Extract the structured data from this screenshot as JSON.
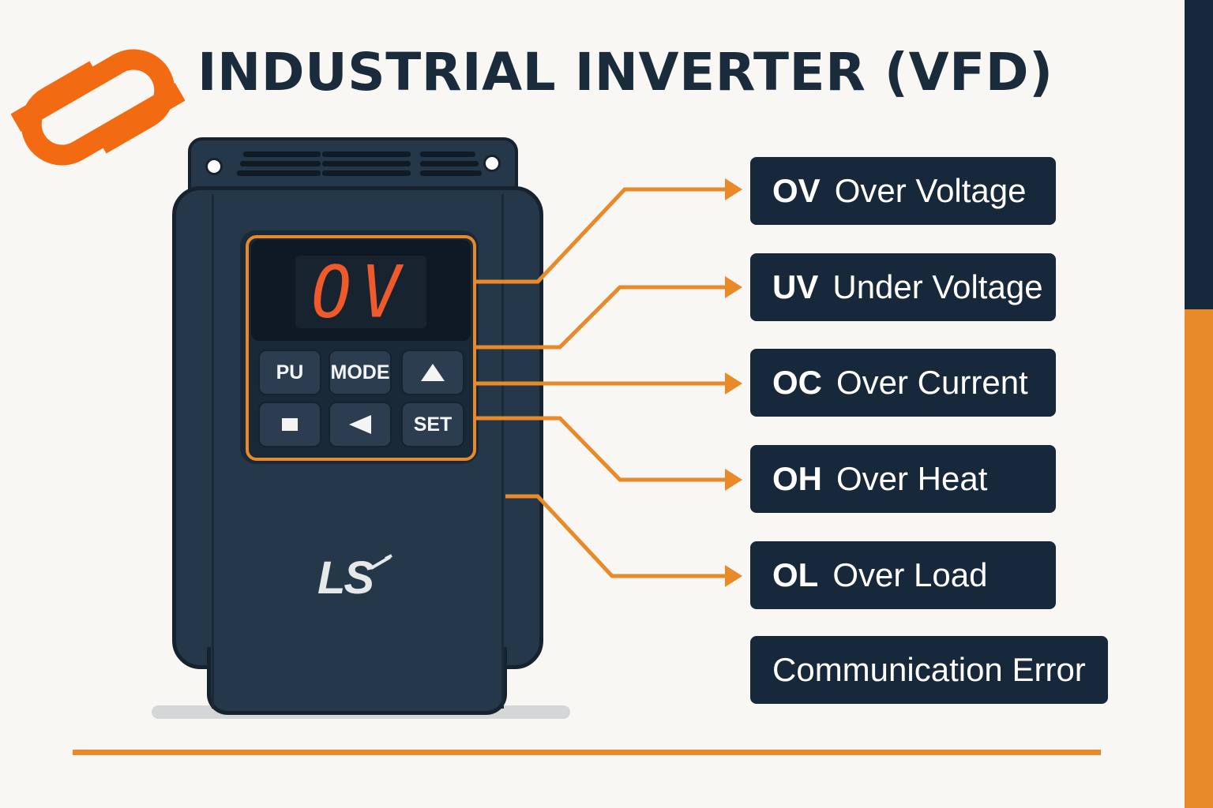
{
  "title": "INDUSTRIAL INVERTER (VFD)",
  "logo_icon": "orange-double-s-logo-icon",
  "display_readout": "OV",
  "keypad": {
    "row1": [
      "PU",
      "MODE"
    ],
    "up_icon": "up-triangle-icon",
    "stop_icon": "stop-square-icon",
    "back_icon": "left-triangle-icon",
    "set_label": "SET"
  },
  "brand": "LS",
  "faults": [
    {
      "code": "OV",
      "desc": "Over Voltage"
    },
    {
      "code": "UV",
      "desc": "Under Voltage"
    },
    {
      "code": "OC",
      "desc": "Over Current"
    },
    {
      "code": "OH",
      "desc": "Over Heat"
    },
    {
      "code": "OL",
      "desc": "Over Load"
    },
    {
      "code": "",
      "desc": "Communication Error"
    }
  ],
  "colors": {
    "accent": "#e8892a",
    "navy": "#17283a",
    "display_red": "#ee5a2c",
    "background": "#f8f7f3"
  }
}
